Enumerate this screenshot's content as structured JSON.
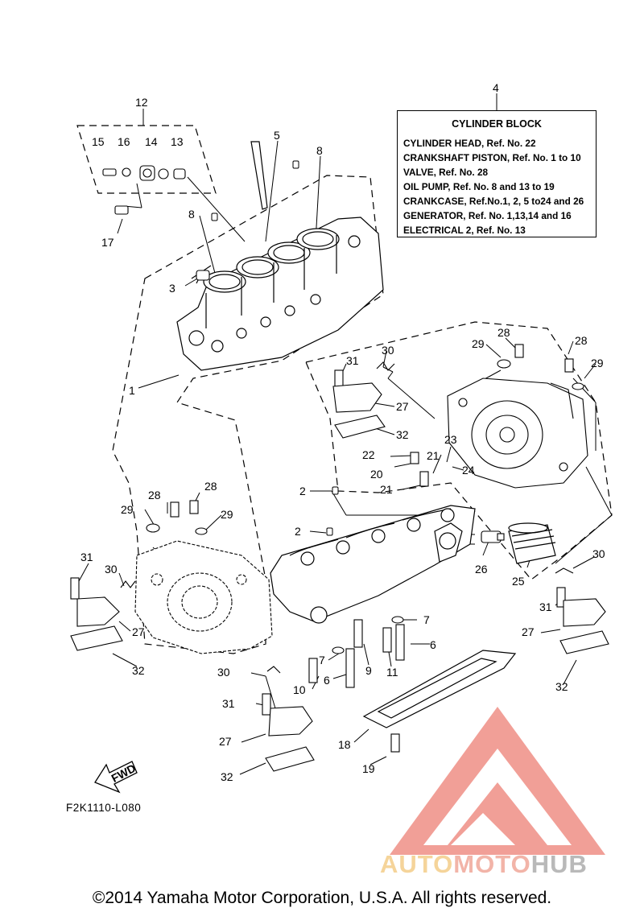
{
  "reference_box": {
    "callout": "4",
    "title": "CYLINDER BLOCK",
    "lines": [
      "CYLINDER HEAD, Ref. No. 22",
      "CRANKSHAFT PISTON, Ref. No. 1 to 10",
      "VALVE, Ref. No. 28",
      "OIL PUMP, Ref. No. 8 and 13 to 19",
      "CRANKCASE, Ref.No.1, 2, 5 to24 and 26",
      "GENERATOR, Ref. No. 1,13,14 and 16",
      "ELECTRICAL 2, Ref. No. 13"
    ]
  },
  "part_labels": {
    "p1": "1",
    "p2a": "2",
    "p2b": "2",
    "p3": "3",
    "p4": "4",
    "p5": "5",
    "p6a": "6",
    "p6b": "6",
    "p7a": "7",
    "p7b": "7",
    "p8a": "8",
    "p8b": "8",
    "p9": "9",
    "p10": "10",
    "p11": "11",
    "p12": "12",
    "p13": "13",
    "p14": "14",
    "p15": "15",
    "p16": "16",
    "p17": "17",
    "p18": "18",
    "p19": "19",
    "p20": "20",
    "p21a": "21",
    "p21b": "21",
    "p22": "22",
    "p23": "23",
    "p24": "24",
    "p25": "25",
    "p26": "26",
    "p27a": "27",
    "p27b": "27",
    "p27c": "27",
    "p27d": "27",
    "p28a": "28",
    "p28b": "28",
    "p28c": "28",
    "p28d": "28",
    "p29a": "29",
    "p29b": "29",
    "p29c": "29",
    "p29d": "29",
    "p30a": "30",
    "p30b": "30",
    "p30c": "30",
    "p30d": "30",
    "p31a": "31",
    "p31b": "31",
    "p31c": "31",
    "p31d": "31",
    "p32a": "32",
    "p32b": "32",
    "p32c": "32",
    "p32d": "32"
  },
  "fwd_label": "FWD",
  "figure_code": "F2K1110-L080",
  "copyright": "©2014 Yamaha Motor Corporation, U.S.A. All rights reserved.",
  "watermark": {
    "part1": "AUTO",
    "part2": "MOTO",
    "part3": "HUB"
  },
  "colors": {
    "line": "#000000",
    "watermark_red": "#ef8f86",
    "watermark_orange": "#f5d49a",
    "watermark_gray": "#b9b9b9"
  }
}
